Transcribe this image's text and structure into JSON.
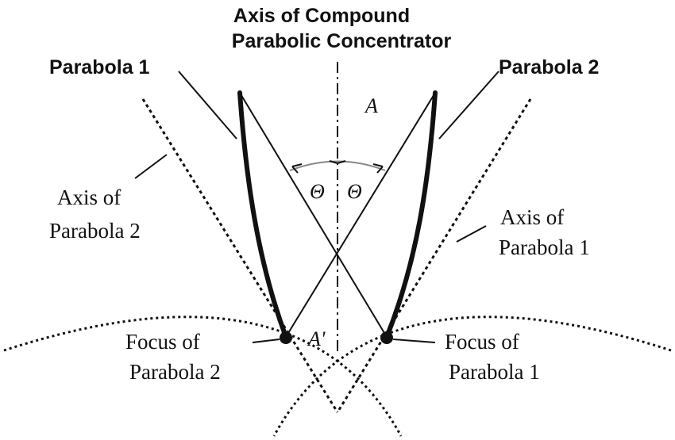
{
  "labels": {
    "cpc_axis_line1": "Axis of Compound",
    "cpc_axis_line2": "Parabolic Concentrator",
    "parabola1": "Parabola 1",
    "parabola2": "Parabola 2",
    "axis_p2_line1": "Axis of",
    "axis_p2_line2": "Parabola 2",
    "axis_p1_line1": "Axis of",
    "axis_p1_line2": "Parabola 1",
    "focus_p2_line1": "Focus of",
    "focus_p2_line2": "Parabola 2",
    "focus_p1_line1": "Focus of",
    "focus_p1_line2": "Parabola 1",
    "aperture_top": "A",
    "aperture_bottom": "A'",
    "theta_left": "Θ",
    "theta_right": "Θ"
  }
}
